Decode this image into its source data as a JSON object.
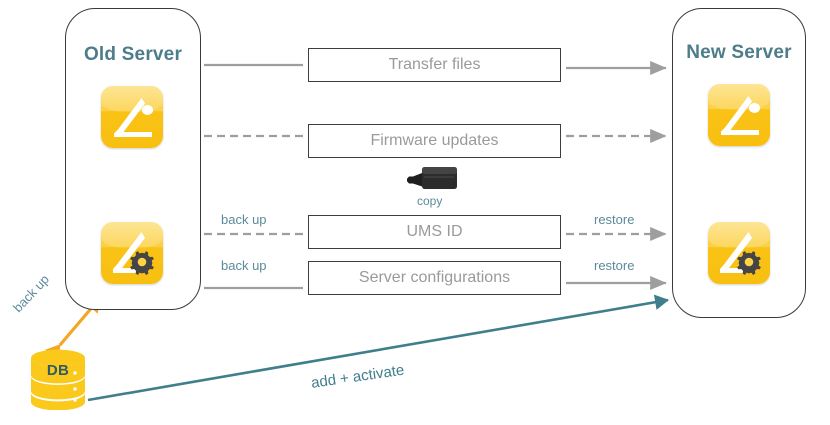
{
  "diagram": {
    "title_note": "IGEL UMS server migration diagram",
    "servers": [
      {
        "id": "old",
        "label": "Old Server"
      },
      {
        "id": "new",
        "label": "New Server"
      }
    ],
    "topics": [
      {
        "id": "transfer-files",
        "label": "Transfer files",
        "line_style": "solid",
        "left_caption": "",
        "right_caption": ""
      },
      {
        "id": "firmware-updates",
        "label": "Firmware updates",
        "line_style": "dashed",
        "left_caption": "",
        "right_caption": ""
      },
      {
        "id": "ums-id",
        "label": "UMS ID",
        "line_style": "dashed",
        "left_caption": "back up",
        "right_caption": "restore"
      },
      {
        "id": "server-configurations",
        "label": "Server configurations",
        "line_style": "solid",
        "left_caption": "back up",
        "right_caption": "restore"
      }
    ],
    "usb": {
      "icon": "usb-stick-icon",
      "label": "copy"
    },
    "database": {
      "label": "DB",
      "caption": "back up"
    },
    "bottom_arrow": {
      "label": "add + activate"
    },
    "icons": {
      "app": "igel-app-icon",
      "app_config": "igel-app-config-gear-icon",
      "sync_arrow": "vertical-double-arrow-icon",
      "db": "database-cylinder-icon"
    },
    "colors": {
      "brand_yellow": "#FBC91B",
      "brand_yellow_light": "#FCD349",
      "title_slate": "#4D7C8A",
      "caption_blue": "#5B8A9B",
      "teal_arrow": "#3F7F8C",
      "orange_arrow": "#F5A623",
      "gray_line": "#9E9E9E",
      "box_border": "#3D3D3D",
      "box_text": "#9A9A9A"
    }
  }
}
